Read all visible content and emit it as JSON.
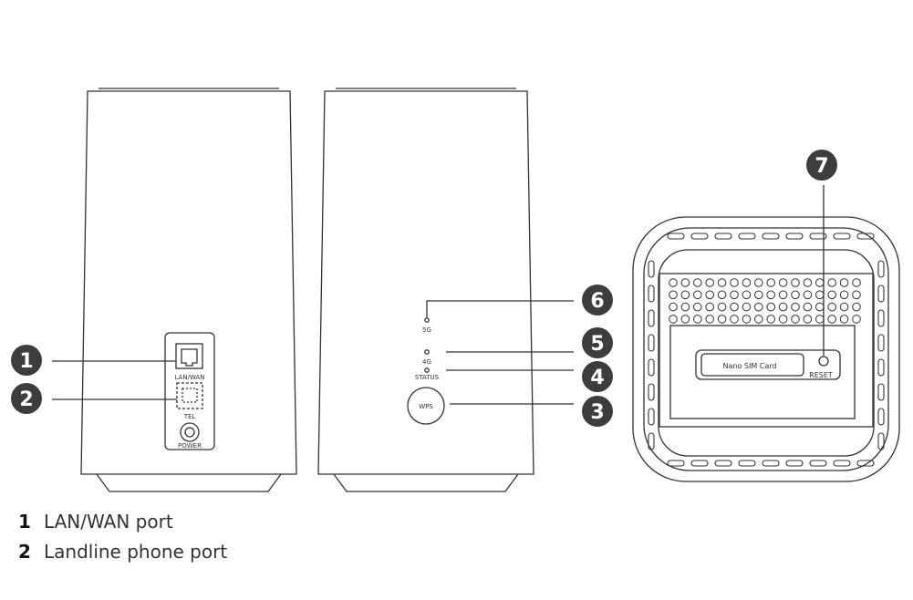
{
  "figure": {
    "stroke_color": "#333333",
    "badge_color": "#3d3d3d",
    "badge_text_color": "#ffffff",
    "callouts": [
      {
        "id": "callout-1",
        "number": "1"
      },
      {
        "id": "callout-2",
        "number": "2"
      },
      {
        "id": "callout-3",
        "number": "3"
      },
      {
        "id": "callout-4",
        "number": "4"
      },
      {
        "id": "callout-5",
        "number": "5"
      },
      {
        "id": "callout-6",
        "number": "6"
      },
      {
        "id": "callout-7",
        "number": "7"
      }
    ],
    "port_labels": {
      "lan_wan": "LAN/WAN",
      "tel": "TEL",
      "power": "POWER"
    },
    "indicator_labels": {
      "5g": "5G",
      "4g": "4G",
      "status": "STATUS",
      "wps": "WPS"
    },
    "bottom_labels": {
      "sim": "Nano SIM Card",
      "reset": "RESET"
    }
  },
  "legend": [
    {
      "number": "1",
      "text": "LAN/WAN port"
    },
    {
      "number": "2",
      "text": "Landline phone port"
    }
  ]
}
